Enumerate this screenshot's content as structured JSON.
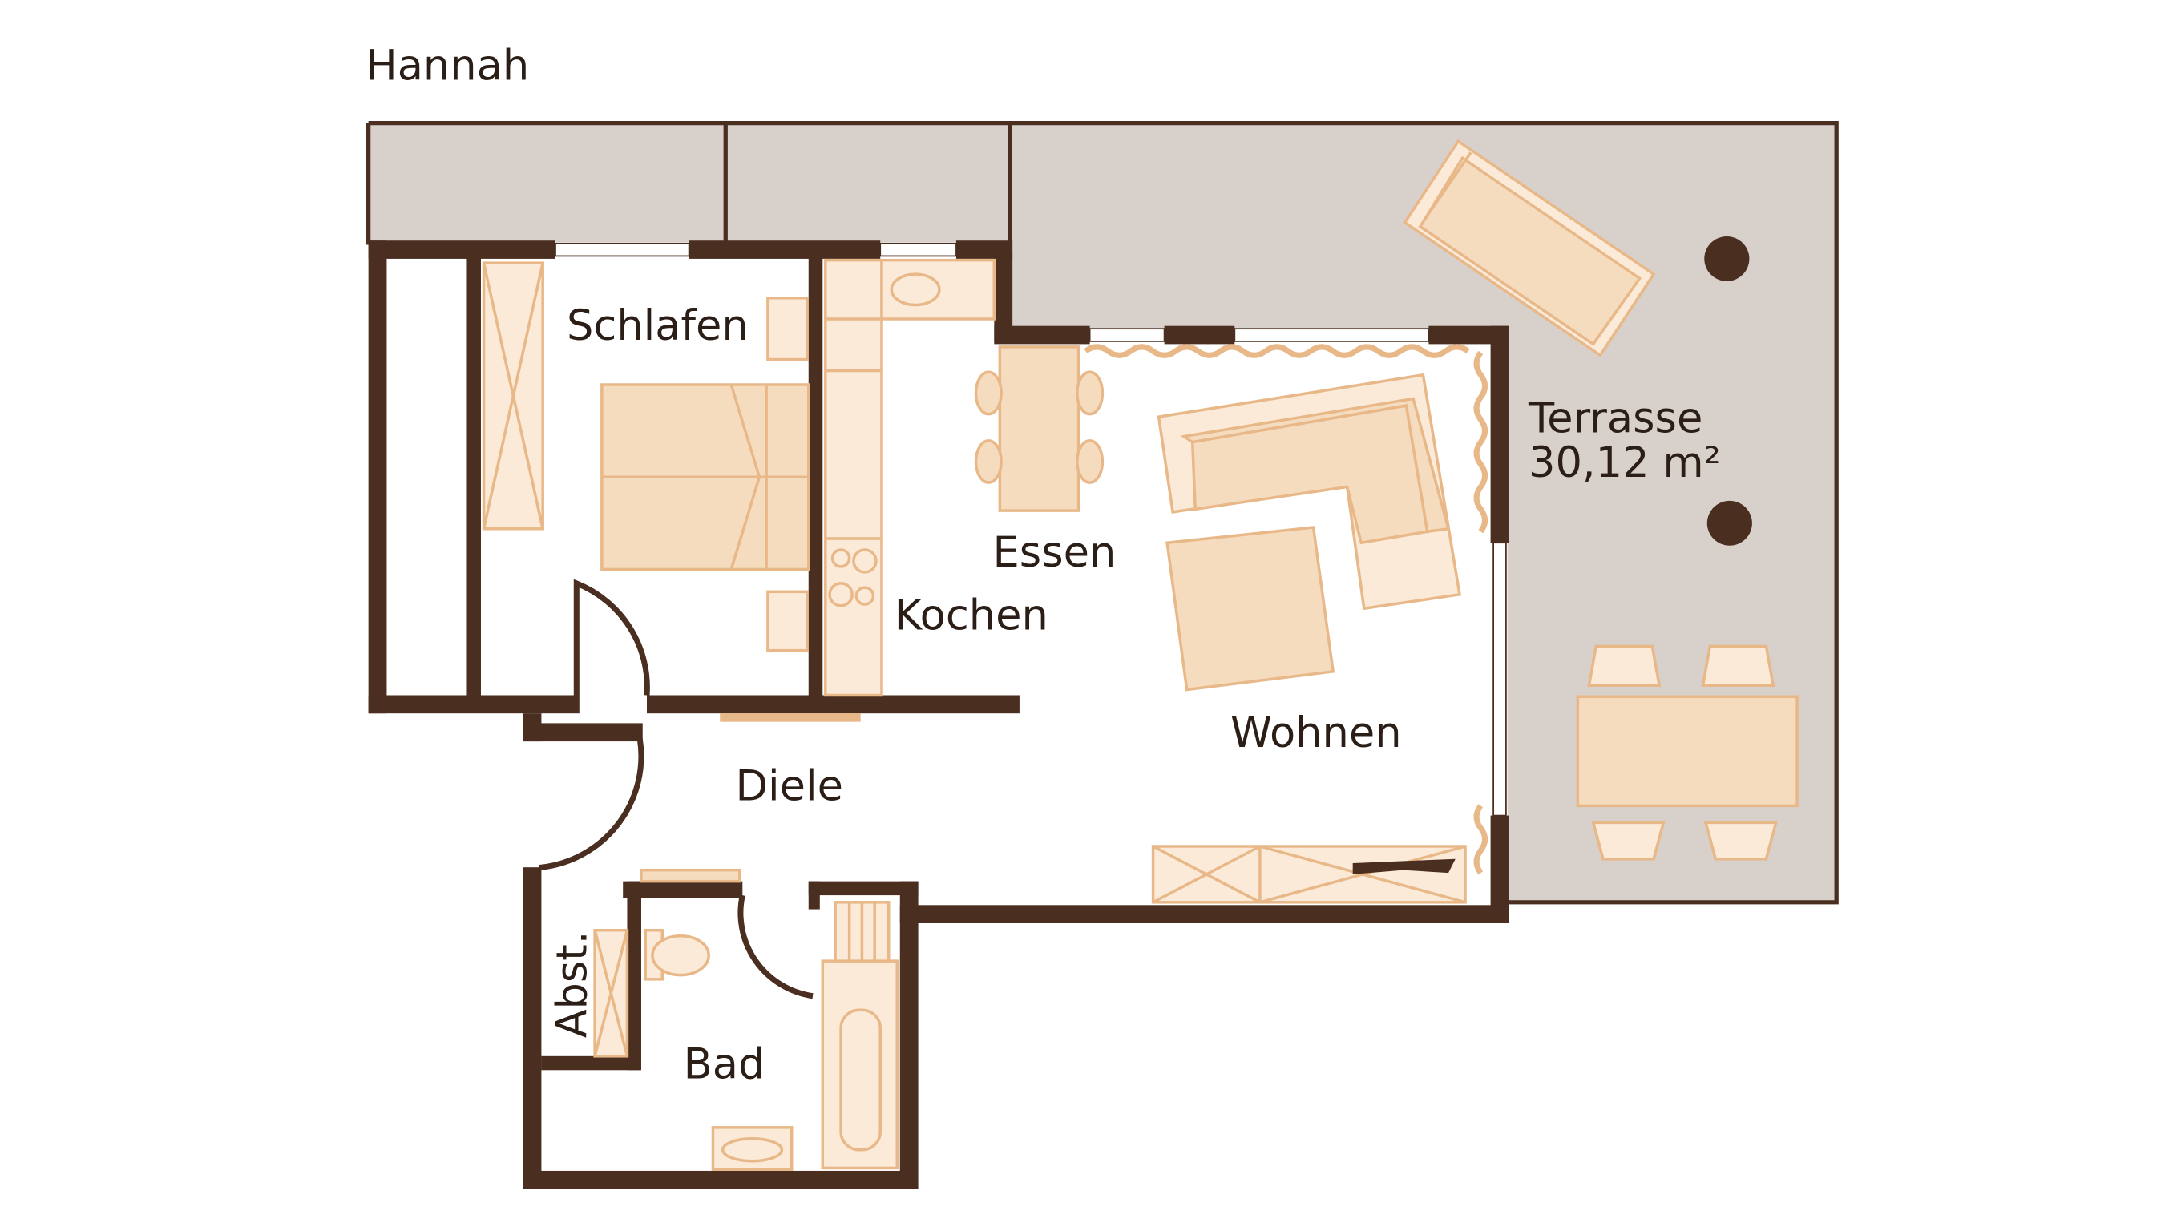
{
  "plan": {
    "title": "Hannah",
    "rooms": {
      "schlafen": "Schlafen",
      "kochen": "Kochen",
      "essen": "Essen",
      "wohnen": "Wohnen",
      "diele": "Diele",
      "bad": "Bad",
      "abst": "Abst.",
      "terrasse": "Terrasse",
      "terrasse_area": "30,12 m²"
    },
    "colors": {
      "wall": "#4a2e20",
      "terrace": "#d8d0cb",
      "furniture": "#f6dcbf",
      "furniture_outline": "#e8b889",
      "background": "#ffffff"
    }
  }
}
